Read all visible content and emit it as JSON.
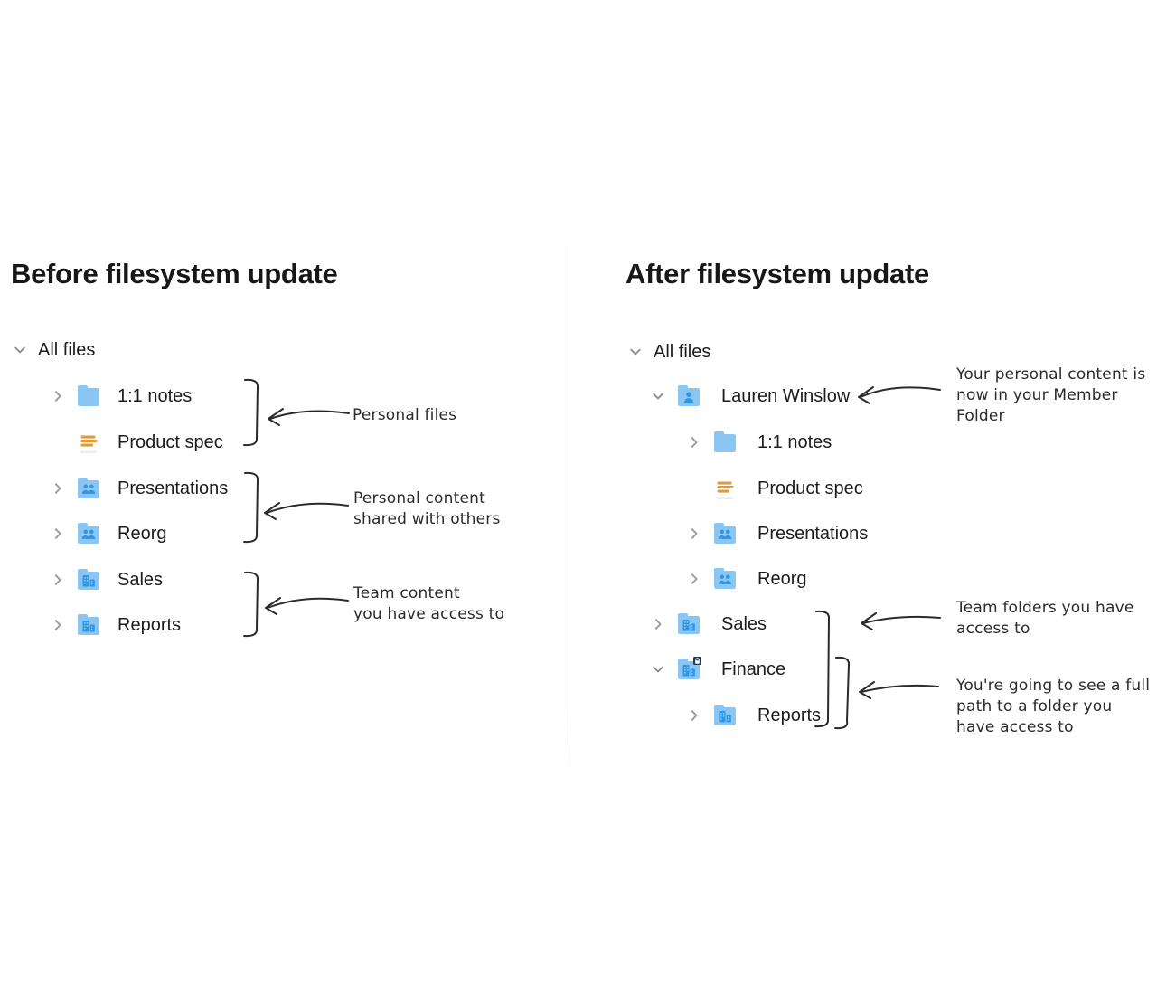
{
  "colors": {
    "folder_blue": "#8AC6F3",
    "glyph_blue": "#2E96E3",
    "doc_orange": "#E09B3C",
    "lock_navy": "#1E3A5C",
    "annotation_ink": "#2B2B2B",
    "divider_gray": "#E2E2E2",
    "label_text": "#1C1C1F"
  },
  "left": {
    "title": "Before filesystem update",
    "root": {
      "label": "All files",
      "chevron": "down"
    },
    "rows": [
      {
        "label": "1:1 notes",
        "icon": "folder",
        "chevron": "right"
      },
      {
        "label": "Product spec",
        "icon": "paper-doc",
        "chevron": "none"
      },
      {
        "label": "Presentations",
        "icon": "shared-folder",
        "chevron": "right"
      },
      {
        "label": "Reorg",
        "icon": "shared-folder",
        "chevron": "right"
      },
      {
        "label": "Sales",
        "icon": "team-folder",
        "chevron": "right"
      },
      {
        "label": "Reports",
        "icon": "team-folder",
        "chevron": "right"
      }
    ],
    "annotations": [
      {
        "text": "Personal files"
      },
      {
        "text": "Personal content\nshared with others"
      },
      {
        "text": "Team content\nyou have access to"
      }
    ]
  },
  "right": {
    "title": "After filesystem update",
    "root": {
      "label": "All files",
      "chevron": "down"
    },
    "rows": [
      {
        "label": "Lauren Winslow",
        "icon": "member-folder",
        "chevron": "down"
      },
      {
        "label": "1:1 notes",
        "icon": "folder",
        "chevron": "right"
      },
      {
        "label": "Product spec",
        "icon": "paper-doc",
        "chevron": "none"
      },
      {
        "label": "Presentations",
        "icon": "shared-folder",
        "chevron": "right"
      },
      {
        "label": "Reorg",
        "icon": "shared-folder",
        "chevron": "right"
      },
      {
        "label": "Sales",
        "icon": "team-folder",
        "chevron": "right"
      },
      {
        "label": "Finance",
        "icon": "team-folder-locked",
        "chevron": "down"
      },
      {
        "label": "Reports",
        "icon": "team-folder",
        "chevron": "right"
      }
    ],
    "annotations": [
      {
        "text": "Your personal content is\nnow in your Member\nFolder"
      },
      {
        "text": "Team folders you have\naccess to"
      },
      {
        "text": "You're going to see a full\npath to a folder you\nhave access to"
      }
    ]
  }
}
